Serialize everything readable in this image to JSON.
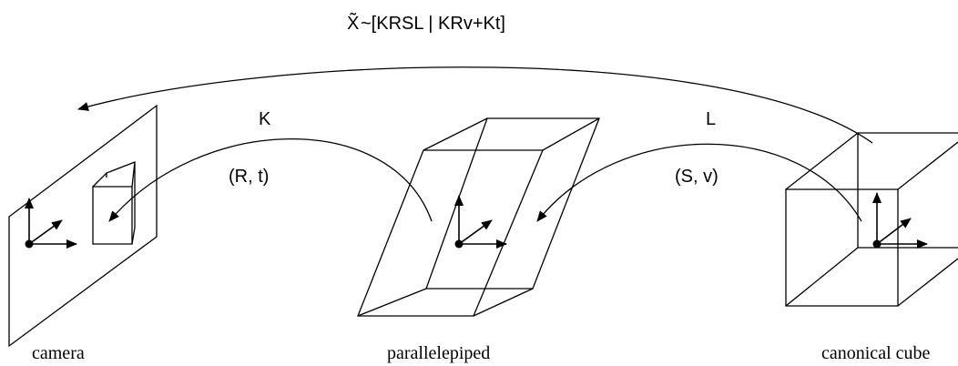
{
  "top_formula": {
    "tilde_X": "X̃",
    "rest": "~[KRSL | KRv+Kt]"
  },
  "labels": {
    "K": "K",
    "R_t": "(R, t)",
    "L": "L",
    "S_v": "(S, v)"
  },
  "captions": {
    "camera": "camera",
    "parallelepiped": "parallelepiped",
    "canonical_cube": "canonical cube"
  }
}
